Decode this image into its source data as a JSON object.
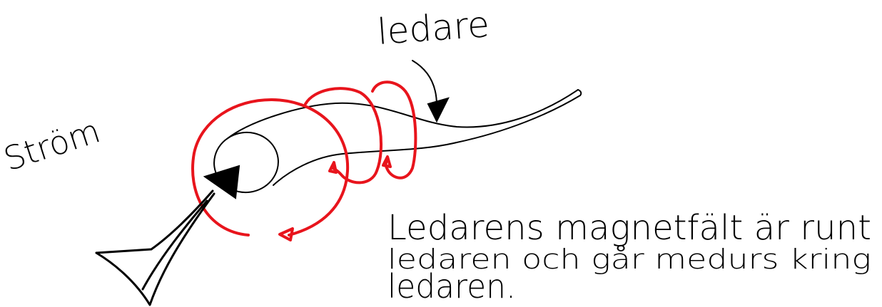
{
  "labels": {
    "current": "Ström",
    "conductor": "ledare",
    "explanation_line1": "Ledarens magnetfält är runt",
    "explanation_line2": "ledaren och går medurs kring",
    "explanation_line3": "ledaren."
  },
  "colors": {
    "ink": "#000000",
    "field": "#e8141c",
    "background": "#ffffff"
  }
}
